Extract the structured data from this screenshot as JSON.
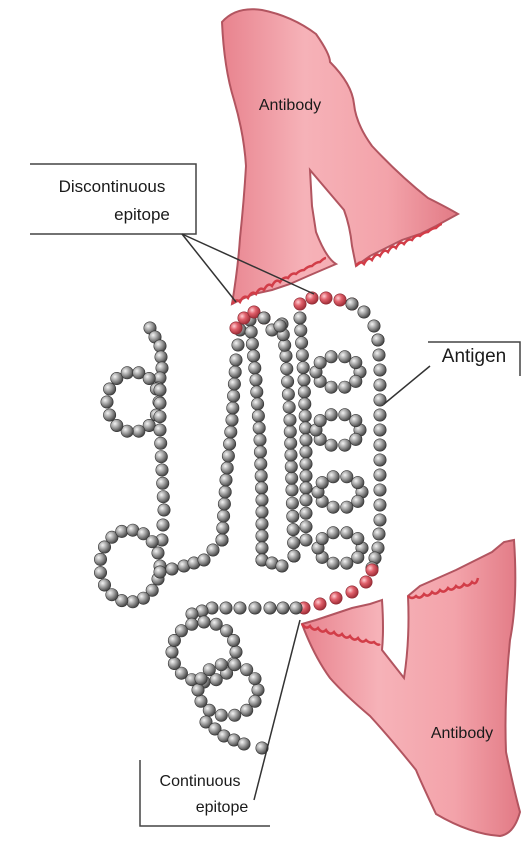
{
  "labels": {
    "antibody_top": "Antibody",
    "antibody_bottom": "Antibody",
    "antigen": "Antigen",
    "discontinuous_line1": "Discontinuous",
    "discontinuous_line2": "epitope",
    "continuous_line1": "Continuous",
    "continuous_line2": "epitope"
  },
  "colors": {
    "antibody_fill": "#f0a0a6",
    "antibody_shade": "#e57a86",
    "epitope_bead": "#d8555f",
    "antigen_bead": "#8e8e8e",
    "label_box": "#444444"
  }
}
